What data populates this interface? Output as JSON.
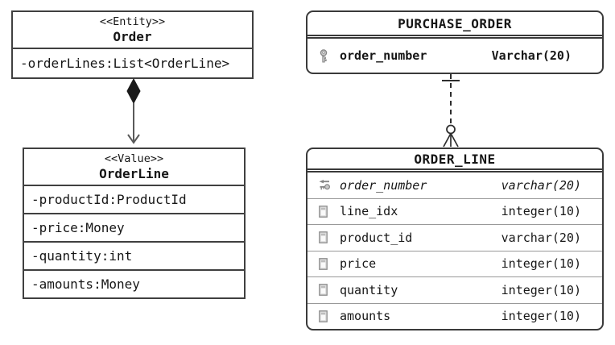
{
  "colors": {
    "line": "#3a3a3a",
    "uml_border": "#404040",
    "row_divider": "#999999",
    "text": "#161616",
    "icon_gray": "#868686",
    "icon_fill": "#c9c9c9",
    "background": "#ffffff"
  },
  "uml": {
    "order_class": {
      "stereotype": "<<Entity>>",
      "name": "Order",
      "attributes": [
        "-orderLines:List<OrderLine>"
      ]
    },
    "orderline_class": {
      "stereotype": "<<Value>>",
      "name": "OrderLine",
      "attributes": [
        "-productId:ProductId",
        "-price:Money",
        "-quantity:int",
        "-amounts:Money"
      ]
    },
    "relationship": {
      "type": "composition",
      "from": "Order",
      "to": "OrderLine"
    }
  },
  "erd": {
    "purchase_order_table": {
      "name": "PURCHASE_ORDER",
      "columns": [
        {
          "icon": "primary-key-icon",
          "name": "order_number",
          "type": "Varchar(20)"
        }
      ]
    },
    "order_line_table": {
      "name": "ORDER_LINE",
      "columns": [
        {
          "icon": "foreign-key-icon",
          "name": "order_number",
          "type": "varchar(20)"
        },
        {
          "icon": "column-icon",
          "name": "line_idx",
          "type": "integer(10)"
        },
        {
          "icon": "column-icon",
          "name": "product_id",
          "type": "varchar(20)"
        },
        {
          "icon": "column-icon",
          "name": "price",
          "type": "integer(10)"
        },
        {
          "icon": "column-icon",
          "name": "quantity",
          "type": "integer(10)"
        },
        {
          "icon": "column-icon",
          "name": "amounts",
          "type": "integer(10)"
        }
      ]
    },
    "relationship": {
      "type": "one-to-many",
      "line_style": "dashed",
      "from_cardinality": "one",
      "to_cardinality": "zero-or-many"
    }
  }
}
